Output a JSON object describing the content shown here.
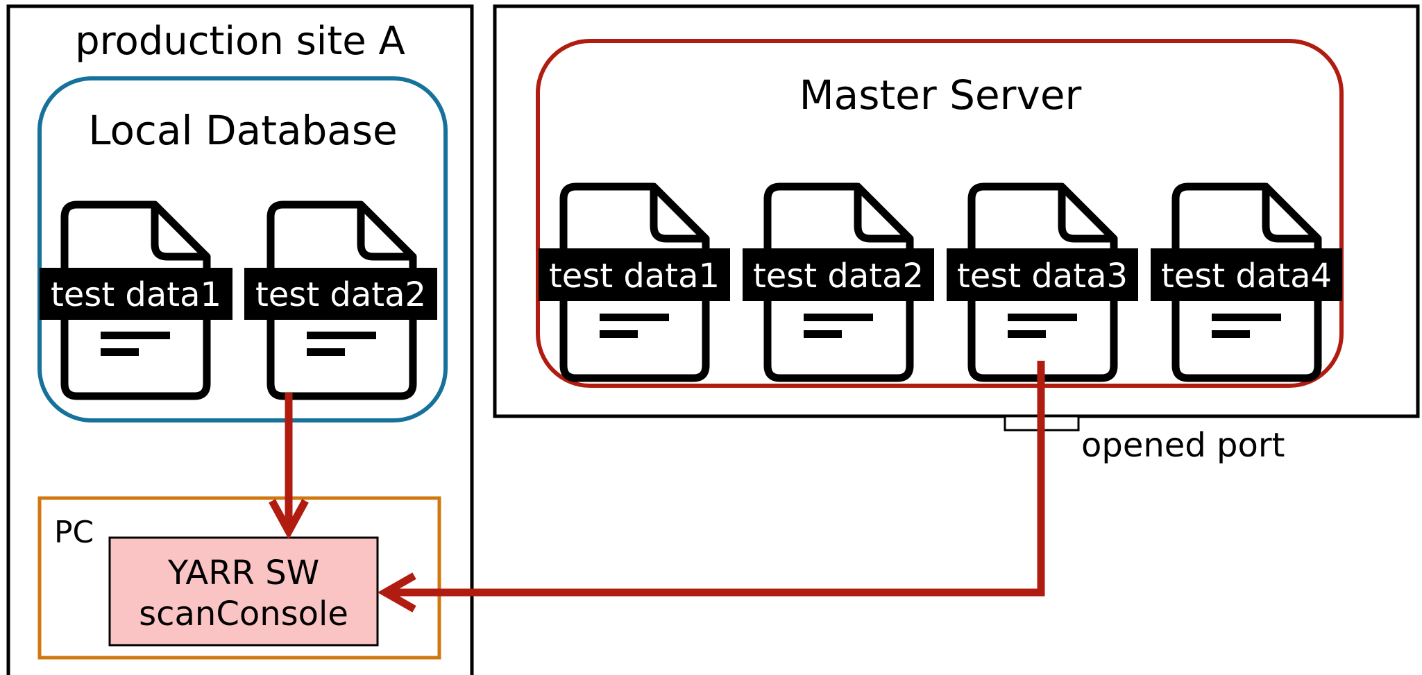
{
  "site": {
    "title": "production site A"
  },
  "local_db": {
    "title": "Local Database",
    "files": [
      {
        "label": "test data1"
      },
      {
        "label": "test data2"
      }
    ]
  },
  "pc": {
    "label": "PC",
    "software": {
      "line1": "YARR SW",
      "line2": "scanConsole"
    }
  },
  "master": {
    "title": "Master Server",
    "files": [
      {
        "label": "test data1"
      },
      {
        "label": "test data2"
      },
      {
        "label": "test data3"
      },
      {
        "label": "test data4"
      }
    ],
    "port_label": "opened port"
  },
  "colors": {
    "local_db_border": "#17729b",
    "master_border": "#b01c10",
    "pc_border": "#d0780f",
    "software_fill": "#fbc4c4",
    "arrow": "#b01c10"
  }
}
